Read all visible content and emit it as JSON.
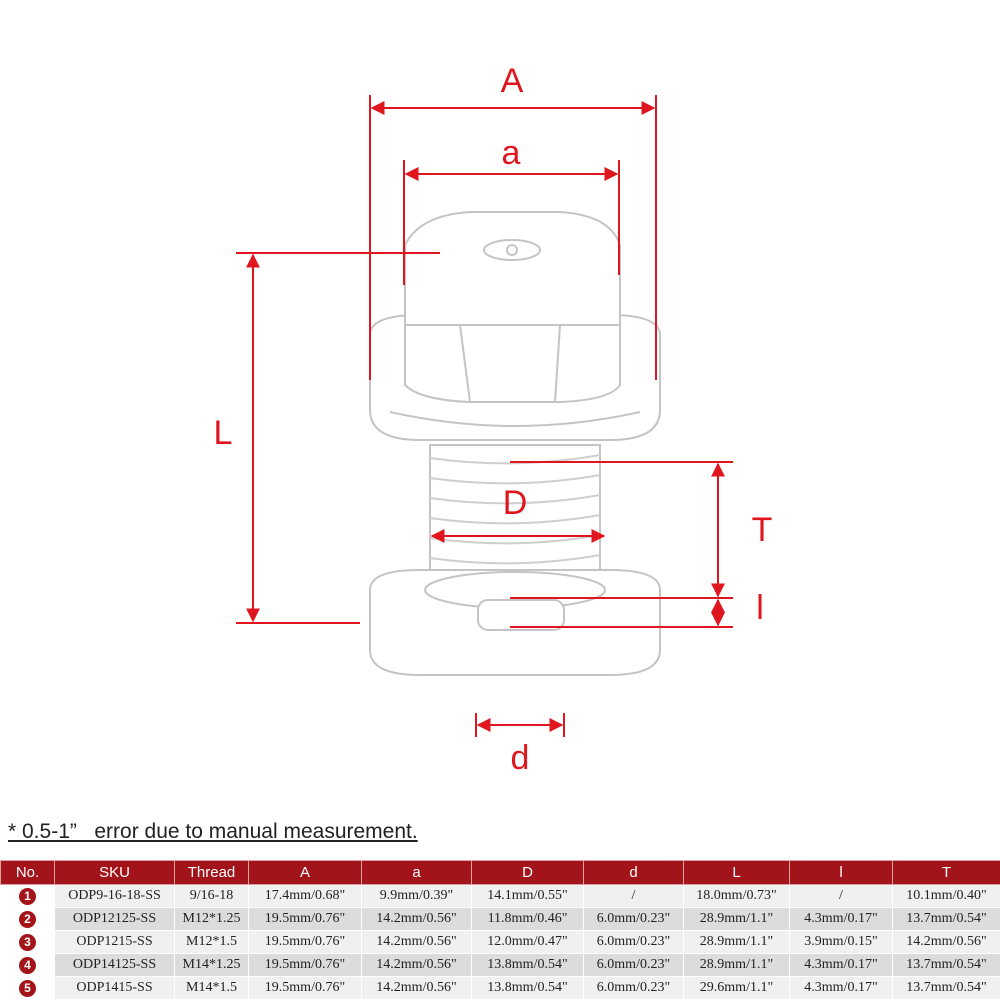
{
  "diagram": {
    "label_A": "A",
    "label_a": "a",
    "label_L": "L",
    "label_D": "D",
    "label_T": "T",
    "label_l": "l",
    "label_d": "d",
    "accent_color": "#e0161e"
  },
  "note": "* 0.5-1”   error due to manual measurement.",
  "table": {
    "header_color": "#a3141a",
    "headers": [
      "No.",
      "SKU",
      "Thread",
      "A",
      "a",
      "D",
      "d",
      "L",
      "l",
      "T"
    ],
    "rows": [
      {
        "no": "1",
        "sku": "ODP9-16-18-SS",
        "thread": "9/16-18",
        "A": "17.4mm/0.68\"",
        "a": "9.9mm/0.39\"",
        "D": "14.1mm/0.55\"",
        "d": "/",
        "L": "18.0mm/0.73\"",
        "l": "/",
        "T": "10.1mm/0.40\""
      },
      {
        "no": "2",
        "sku": "ODP12125-SS",
        "thread": "M12*1.25",
        "A": "19.5mm/0.76\"",
        "a": "14.2mm/0.56\"",
        "D": "11.8mm/0.46\"",
        "d": "6.0mm/0.23\"",
        "L": "28.9mm/1.1\"",
        "l": "4.3mm/0.17\"",
        "T": "13.7mm/0.54\""
      },
      {
        "no": "3",
        "sku": "ODP1215-SS",
        "thread": "M12*1.5",
        "A": "19.5mm/0.76\"",
        "a": "14.2mm/0.56\"",
        "D": "12.0mm/0.47\"",
        "d": "6.0mm/0.23\"",
        "L": "28.9mm/1.1\"",
        "l": "3.9mm/0.15\"",
        "T": "14.2mm/0.56\""
      },
      {
        "no": "4",
        "sku": "ODP14125-SS",
        "thread": "M14*1.25",
        "A": "19.5mm/0.76\"",
        "a": "14.2mm/0.56\"",
        "D": "13.8mm/0.54\"",
        "d": "6.0mm/0.23\"",
        "L": "28.9mm/1.1\"",
        "l": "4.3mm/0.17\"",
        "T": "13.7mm/0.54\""
      },
      {
        "no": "5",
        "sku": "ODP1415-SS",
        "thread": "M14*1.5",
        "A": "19.5mm/0.76\"",
        "a": "14.2mm/0.56\"",
        "D": "13.8mm/0.54\"",
        "d": "6.0mm/0.23\"",
        "L": "29.6mm/1.1\"",
        "l": "4.3mm/0.17\"",
        "T": "13.7mm/0.54\""
      }
    ]
  }
}
